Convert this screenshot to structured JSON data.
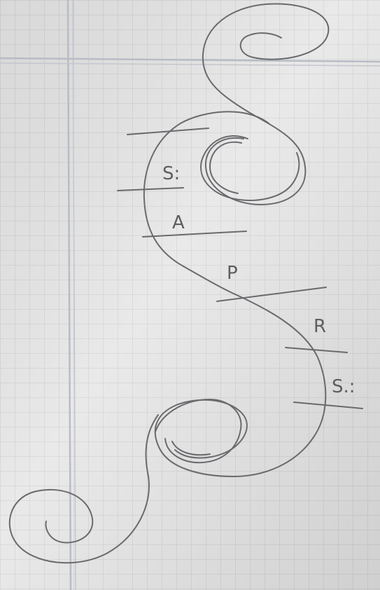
{
  "photo": {
    "colors": {
      "paper": "#e7e7e7",
      "grid": "#c9c9cc",
      "margin_line": "#b8bcc4",
      "ink": "#6a6a6e"
    },
    "labels": {
      "s1": "S:",
      "a": "A",
      "p": "P",
      "r": "R",
      "s2": "S.:"
    }
  }
}
